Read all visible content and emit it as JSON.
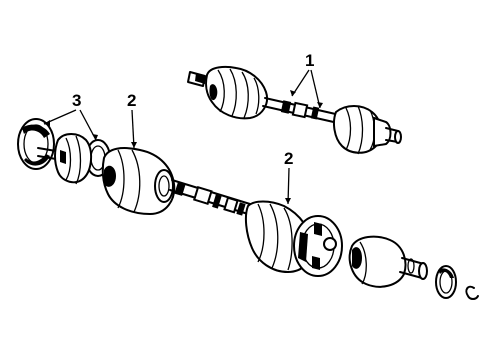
{
  "diagram": {
    "callouts": [
      {
        "id": "callout-1",
        "label": "1"
      },
      {
        "id": "callout-2a",
        "label": "2"
      },
      {
        "id": "callout-2b",
        "label": "2"
      },
      {
        "id": "callout-3",
        "label": "3"
      }
    ],
    "parts": [
      "upper-axle-shaft-assembly",
      "lower-inner-cv-joint",
      "lower-shaft",
      "lower-outer-cv-joint-boot",
      "outer-cv-joint-housing",
      "snap-ring",
      "clip",
      "boot-clamps"
    ],
    "colors": {
      "line": "#000000",
      "background": "#ffffff"
    }
  }
}
